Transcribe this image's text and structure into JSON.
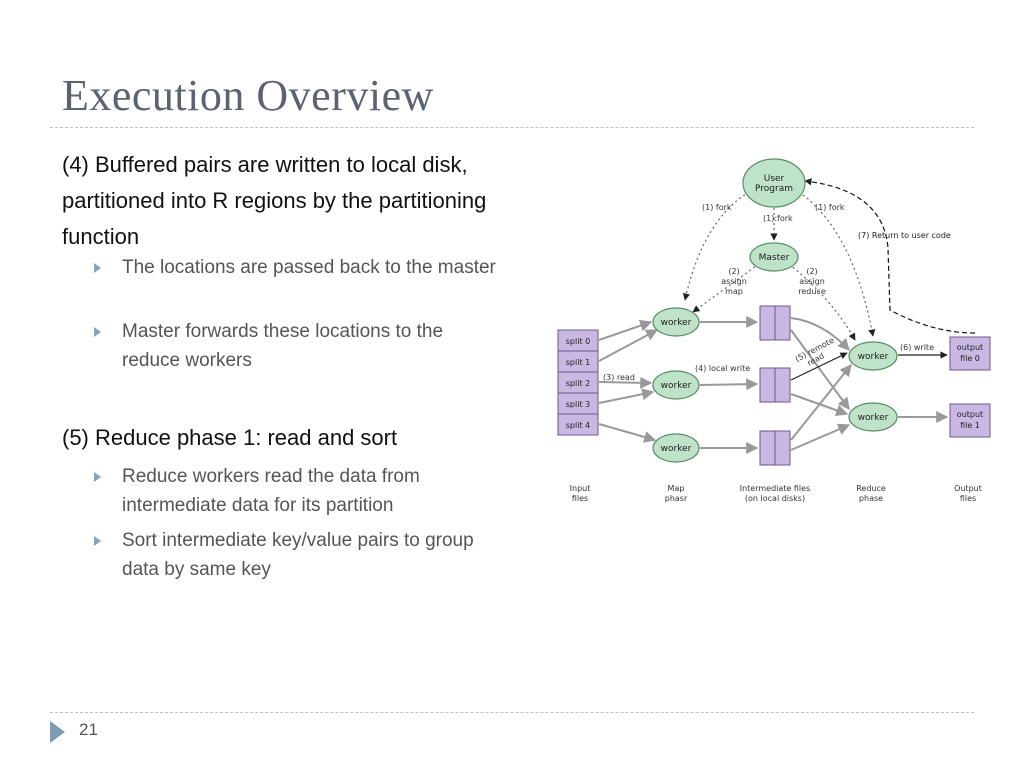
{
  "slide": {
    "title": "Execution Overview",
    "page_number": "21",
    "point1": "(4) Buffered pairs are written to local disk, partitioned into R regions by the partitioning function",
    "point1_subs": [
      "The locations are passed back to the master",
      "Master forwards these locations to the reduce workers"
    ],
    "point2": "(5) Reduce phase 1: read and sort",
    "point2_subs": [
      "Reduce workers read the data from intermediate data for its partition",
      "Sort intermediate key/value pairs to group data by same key"
    ]
  },
  "diagram": {
    "user_program": [
      "User",
      "Program"
    ],
    "master": "Master",
    "fork_left": "(1) fork",
    "fork_mid": "(1):fork",
    "fork_right": "(1) fork",
    "assign_map": [
      "(2)",
      "assign",
      "map"
    ],
    "assign_reduce": [
      "(2)",
      "assign",
      "reduce"
    ],
    "return_label": "(7) Return to user code",
    "worker": "worker",
    "splits": [
      "split 0",
      "split 1",
      "split 2",
      "split 3",
      "split 4"
    ],
    "read_label": "(3) read",
    "local_write": "(4) local write",
    "remote_read": [
      "(5) remote",
      "read"
    ],
    "write_label": "(6) write",
    "outputs": [
      [
        "output",
        "file 0"
      ],
      [
        "output",
        "file 1"
      ]
    ],
    "col_input": [
      "Input",
      "files"
    ],
    "col_map": [
      "Map",
      "phasr"
    ],
    "col_intermediate": [
      "Intermediate files",
      "(on local disks)"
    ],
    "col_reduce": [
      "Reduce",
      "phase"
    ],
    "col_output": [
      "Output",
      "files"
    ],
    "colors": {
      "ellipse_fill": "#bfe3c8",
      "ellipse_stroke": "#5a8c66",
      "box_fill": "#c9b8e3",
      "box_stroke": "#6a5a8a",
      "arrow": "#999999",
      "dark_arrow": "#222222"
    }
  }
}
